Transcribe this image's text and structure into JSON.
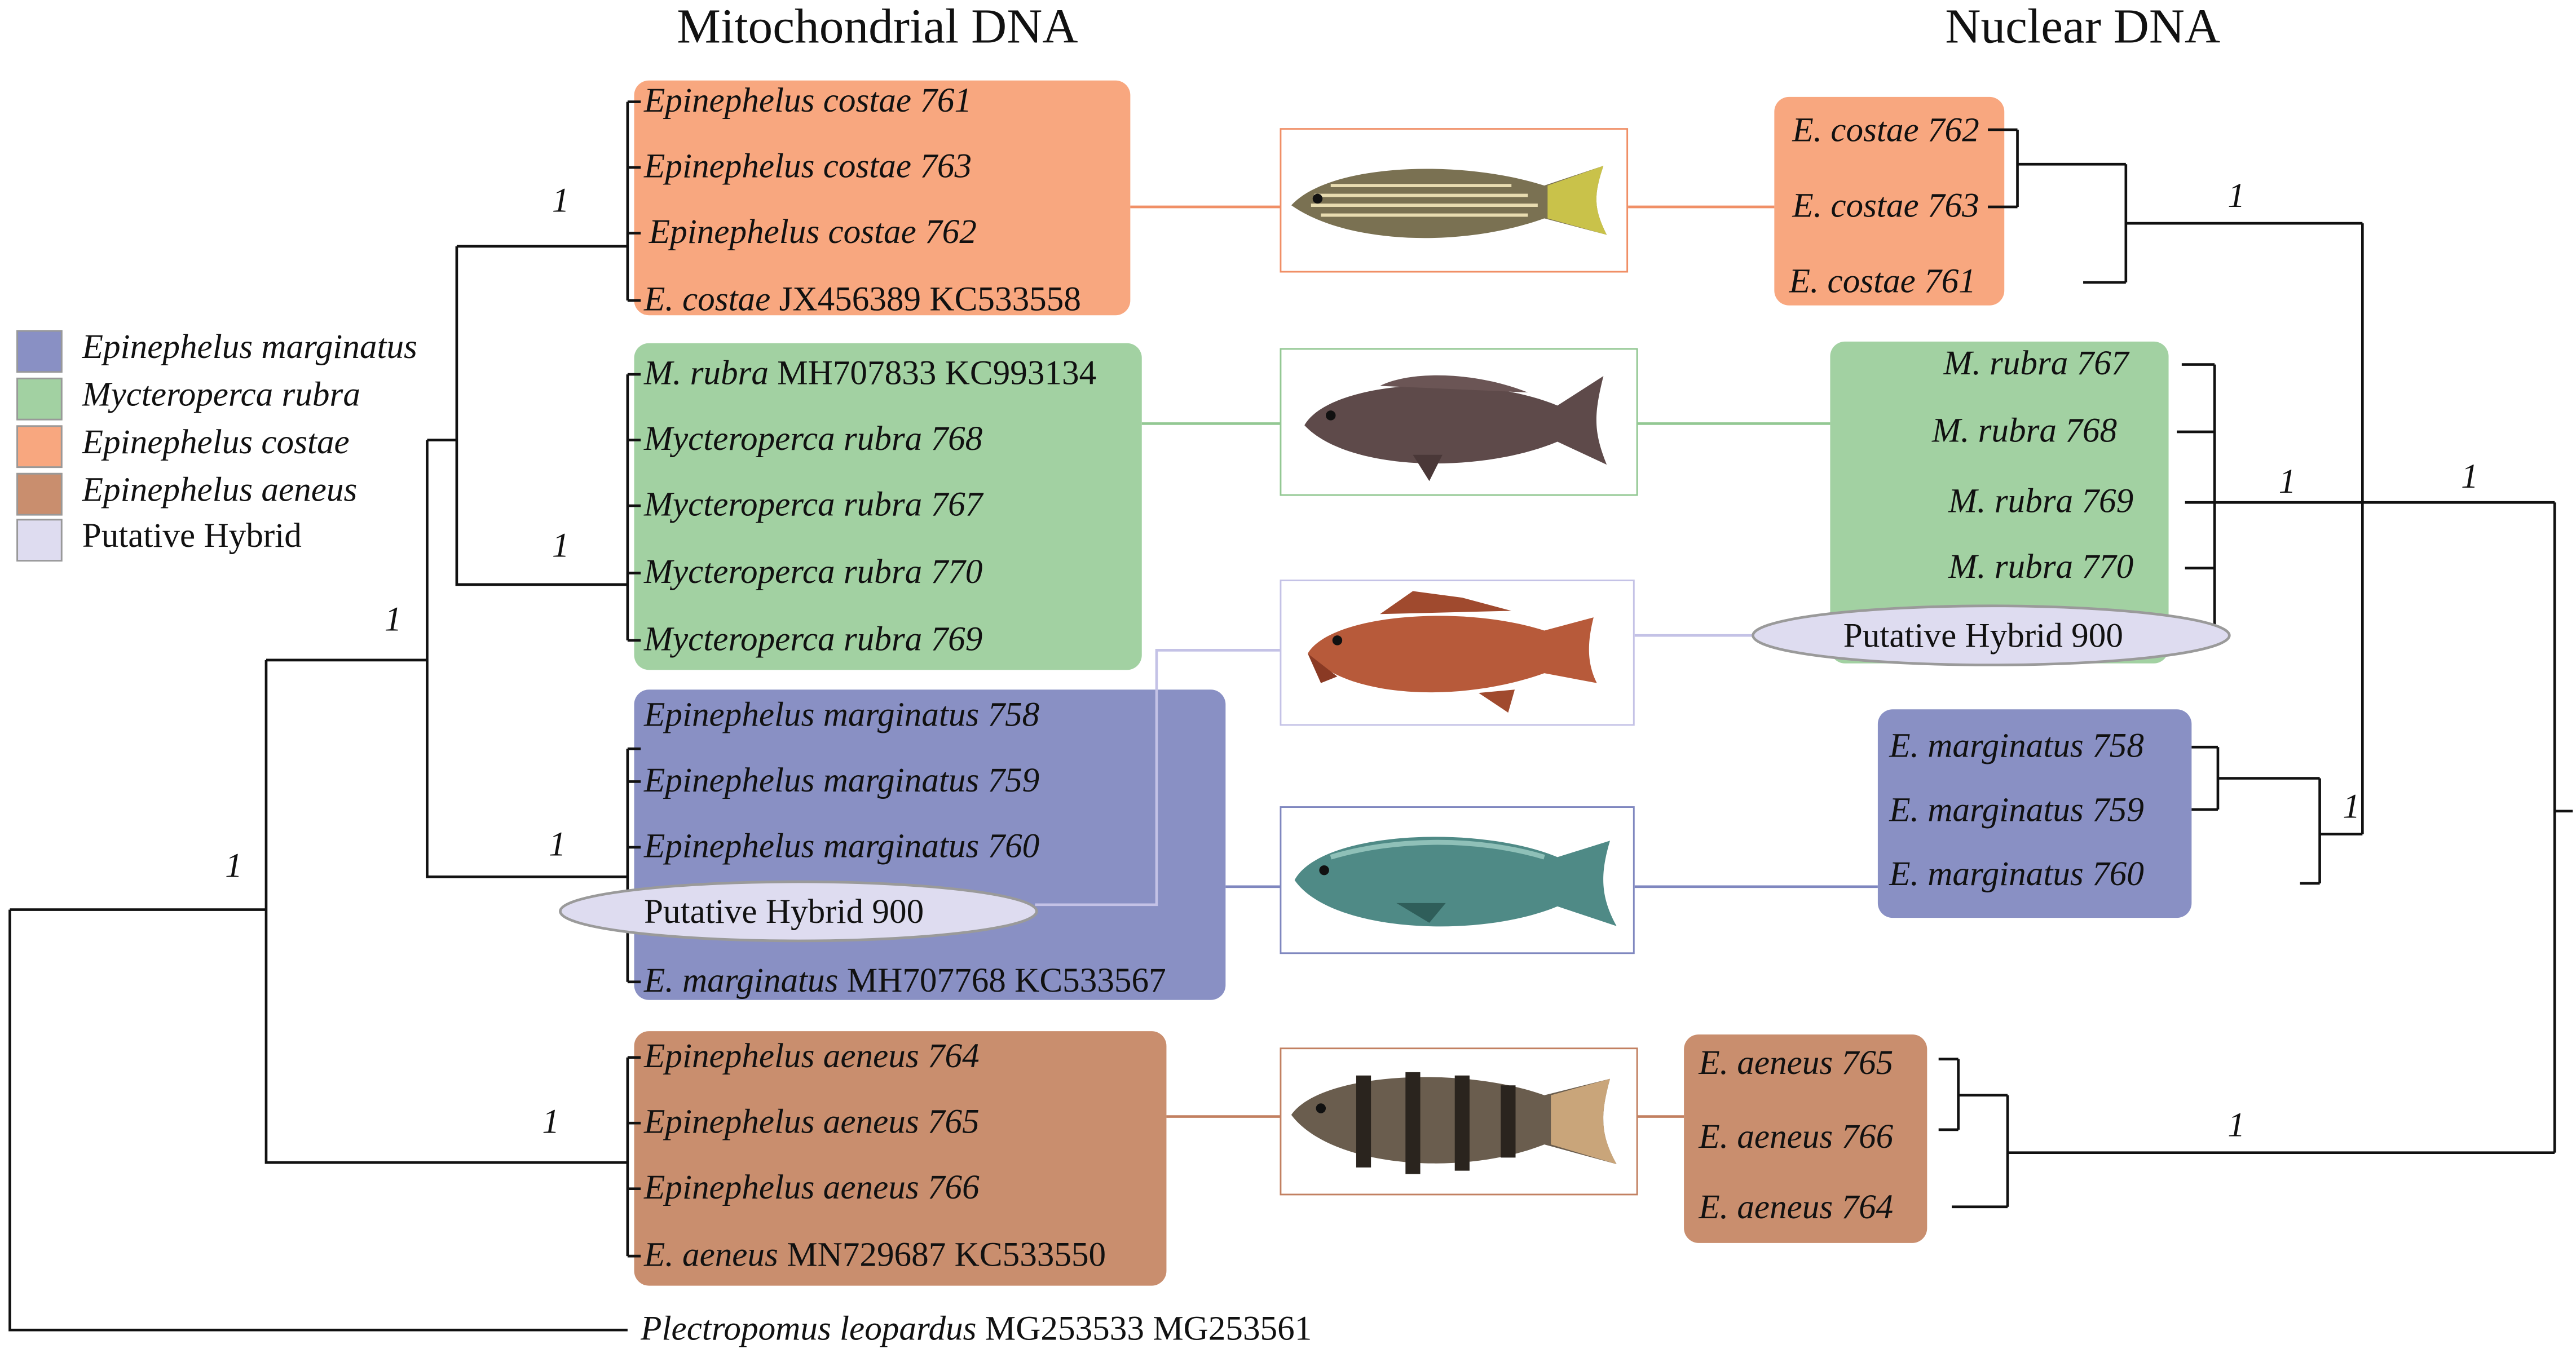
{
  "titles": {
    "left": "Mitochondrial DNA",
    "right": "Nuclear DNA"
  },
  "colors": {
    "marginatus": "#8990c4",
    "rubra": "#a2d1a2",
    "costae": "#f8a77f",
    "aeneus": "#c98e6e",
    "hybrid": "#dedcf0"
  },
  "legend": [
    {
      "label": "Epinephelus marginatus",
      "italic": true
    },
    {
      "label": "Mycteroperca rubra",
      "italic": true
    },
    {
      "label": "Epinephelus costae",
      "italic": true
    },
    {
      "label": "Epinephelus aeneus",
      "italic": true
    },
    {
      "label": "Putative Hybrid",
      "italic": false
    }
  ],
  "mito": {
    "costae": [
      {
        "sp": "Epinephelus costae 761",
        "acc": ""
      },
      {
        "sp": "Epinephelus costae 763",
        "acc": ""
      },
      {
        "sp": "Epinephelus costae 762",
        "acc": ""
      },
      {
        "sp": "E. costae",
        "acc": " JX456389 KC533558"
      }
    ],
    "rubra": [
      {
        "sp": "M. rubra",
        "acc": " MH707833 KC993134"
      },
      {
        "sp": "Mycteroperca rubra 768",
        "acc": ""
      },
      {
        "sp": "Mycteroperca rubra 767",
        "acc": ""
      },
      {
        "sp": "Mycteroperca rubra 770",
        "acc": ""
      },
      {
        "sp": "Mycteroperca rubra 769",
        "acc": ""
      }
    ],
    "marginatus": [
      {
        "sp": "Epinephelus marginatus 758",
        "acc": ""
      },
      {
        "sp": "Epinephelus marginatus 759",
        "acc": ""
      },
      {
        "sp": "Epinephelus marginatus 760",
        "acc": ""
      },
      {
        "sp": "",
        "acc": "Putative Hybrid 900"
      },
      {
        "sp": "E. marginatus",
        "acc": " MH707768 KC533567"
      }
    ],
    "aeneus": [
      {
        "sp": "Epinephelus aeneus 764",
        "acc": ""
      },
      {
        "sp": "Epinephelus aeneus 765",
        "acc": ""
      },
      {
        "sp": "Epinephelus aeneus 766",
        "acc": ""
      },
      {
        "sp": "E. aeneus",
        "acc": " MN729687 KC533550"
      }
    ],
    "outgroup": {
      "sp": "Plectropomus leopardus",
      "acc": " MG253533 MG253561"
    }
  },
  "nuclear": {
    "costae": [
      "E. costae 762",
      "E. costae 763",
      "E. costae 761"
    ],
    "rubra": [
      "M. rubra 767",
      "M. rubra 768",
      "M. rubra 769",
      "M. rubra 770"
    ],
    "hybrid": "Putative Hybrid 900",
    "marginatus": [
      "E. marginatus 758",
      "E. marginatus 759",
      "E. marginatus 760"
    ],
    "aeneus": [
      "E. aeneus 765",
      "E. aeneus 766",
      "E. aeneus 764"
    ]
  },
  "support": "1"
}
